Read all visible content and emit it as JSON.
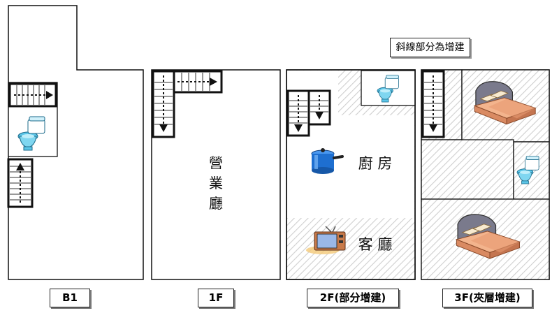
{
  "note": "斜線部分為增建",
  "floors": [
    {
      "label": "B1"
    },
    {
      "label": "1F"
    },
    {
      "label": "2F(部分增建)"
    },
    {
      "label": "3F(夾層增建)"
    }
  ],
  "rooms": {
    "lobby": "營業廳",
    "kitchen": "廚 房",
    "living": "客 廳"
  },
  "icons": [
    "stairs-icon",
    "toilet-icon",
    "pot-icon",
    "tv-icon",
    "bed-icon"
  ],
  "colors": {
    "wall": "#111111",
    "hatch": "#c8c8c8",
    "pot": "#1e6fd0",
    "bed": "#e8a07a",
    "toilet": "#5cc6e8"
  }
}
